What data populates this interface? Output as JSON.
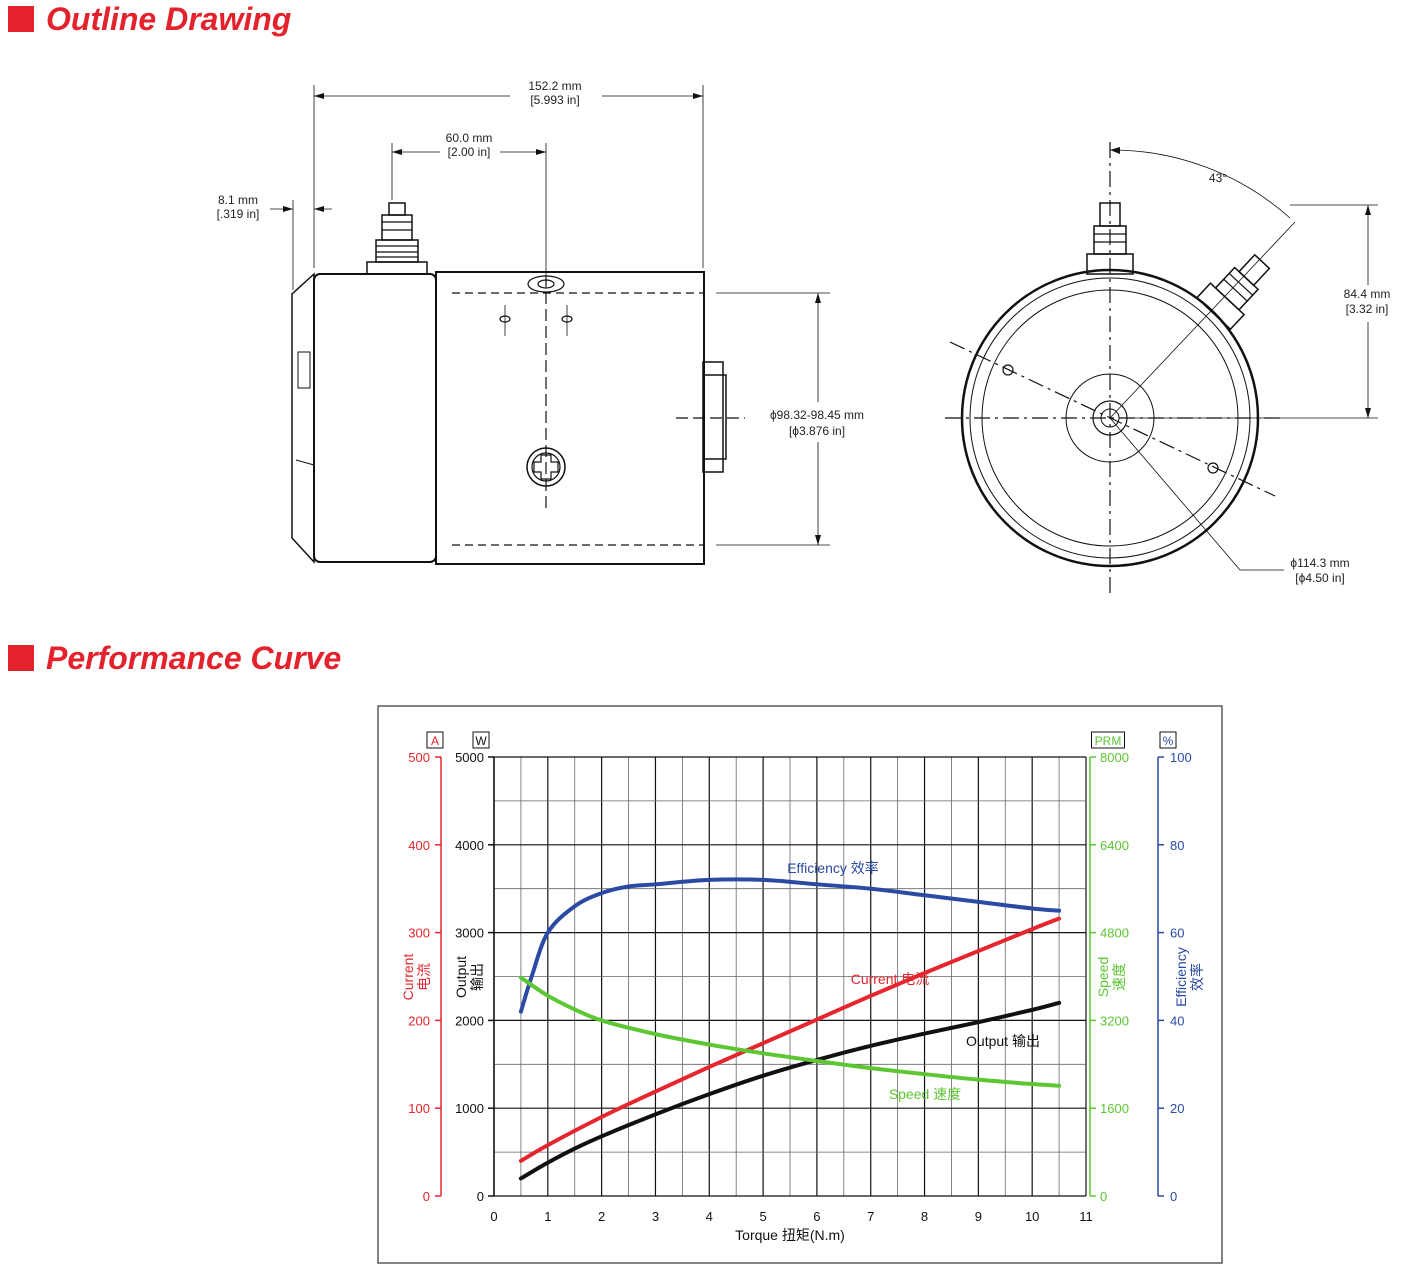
{
  "sections": {
    "outline_title": "Outline Drawing",
    "performance_title": "Performance Curve"
  },
  "drawing": {
    "dim_length_mm": "152.2 mm",
    "dim_length_in": "[5.993 in]",
    "dim_offset_mm": "60.0 mm",
    "dim_offset_in": "[2.00 in]",
    "dim_flange_mm": "8.1 mm",
    "dim_flange_in": "[.319 in]",
    "dim_body_dia_mm": "ϕ98.32-98.45 mm",
    "dim_body_dia_in": "[ϕ3.876 in]",
    "angle": "43°",
    "dim_height_mm": "84.4 mm",
    "dim_height_in": "[3.32 in]",
    "dim_outer_dia_mm": "ϕ114.3 mm",
    "dim_outer_dia_in": "[ϕ4.50 in]"
  },
  "chart_data": {
    "type": "line",
    "xlabel": "Torque  扭矩(N.m)",
    "x_ticks": [
      0,
      1,
      2,
      3,
      4,
      5,
      6,
      7,
      8,
      9,
      10,
      11
    ],
    "xlim": [
      0,
      11
    ],
    "grid": true,
    "axes": {
      "current": {
        "unit": "A",
        "label_en": "Current",
        "label_cn": "电流",
        "ylim": [
          0,
          500
        ],
        "ticks": [
          0,
          100,
          200,
          300,
          400,
          500
        ],
        "color": "#e5262e"
      },
      "output": {
        "unit": "W",
        "label_en": "Output",
        "label_cn": "输出",
        "ylim": [
          0,
          5000
        ],
        "ticks": [
          0,
          1000,
          2000,
          3000,
          4000,
          5000
        ],
        "color": "#111111"
      },
      "speed": {
        "unit": "PRM",
        "label_en": "Speed",
        "label_cn": "速度",
        "ylim": [
          0,
          8000
        ],
        "ticks": [
          0,
          1600,
          3200,
          4800,
          6400,
          8000
        ],
        "color": "#5cc733"
      },
      "efficiency": {
        "unit": "%",
        "label_en": "Efficiency",
        "label_cn": "效率",
        "ylim": [
          0,
          100
        ],
        "ticks": [
          0,
          20,
          40,
          60,
          80,
          100
        ],
        "color": "#2b4aa3"
      }
    },
    "series": [
      {
        "name": "Efficiency  效率",
        "axis": "efficiency",
        "x": [
          0.5,
          0.7,
          1.0,
          1.5,
          2.0,
          2.5,
          3.0,
          4.0,
          5.0,
          6.0,
          7.0,
          8.0,
          9.0,
          10.0,
          10.5
        ],
        "y": [
          42,
          50,
          60,
          66,
          69,
          70.5,
          71,
          72,
          72,
          71,
          70,
          68.5,
          67,
          65.5,
          65
        ]
      },
      {
        "name": "Current  电流",
        "axis": "current",
        "x": [
          0.5,
          1,
          2,
          3,
          4,
          5,
          6,
          7,
          8,
          9,
          10,
          10.5
        ],
        "y": [
          40,
          58,
          90,
          119,
          147,
          174,
          201,
          228,
          254,
          279,
          304,
          316
        ]
      },
      {
        "name": "Output  输出",
        "axis": "output",
        "x": [
          0.5,
          1,
          1.5,
          2,
          3,
          4,
          5,
          6,
          7,
          8,
          9,
          10,
          10.5
        ],
        "y": [
          200,
          380,
          540,
          680,
          930,
          1160,
          1370,
          1550,
          1710,
          1850,
          1980,
          2120,
          2200
        ]
      },
      {
        "name": "Speed  速度",
        "axis": "speed",
        "x": [
          0.5,
          1,
          1.5,
          2,
          3,
          4,
          5,
          6,
          7,
          8,
          9,
          10,
          10.5
        ],
        "y": [
          3980,
          3650,
          3400,
          3200,
          2950,
          2760,
          2600,
          2460,
          2330,
          2220,
          2120,
          2040,
          2010
        ]
      }
    ]
  }
}
